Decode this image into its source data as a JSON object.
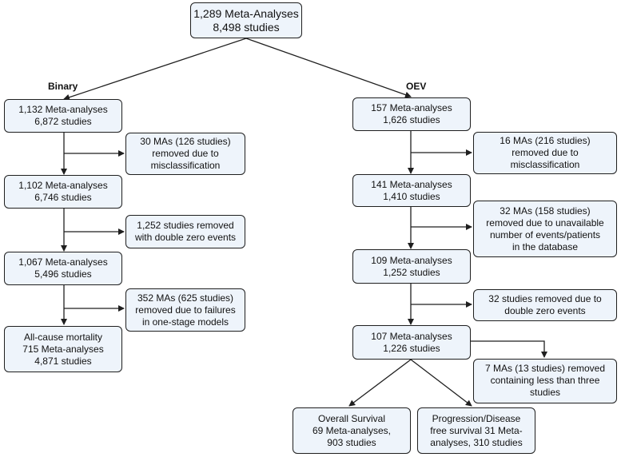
{
  "root": {
    "line1": "1,289 Meta-Analyses",
    "line2": "8,498 studies"
  },
  "binary": {
    "label": "Binary",
    "n1": {
      "line1": "1,132 Meta-analyses",
      "line2": "6,872 studies"
    },
    "r1": {
      "line1": "30 MAs (126 studies)",
      "line2": "removed due to",
      "line3": "misclassification"
    },
    "n2": {
      "line1": "1,102 Meta-analyses",
      "line2": "6,746 studies"
    },
    "r2": {
      "line1": "1,252 studies removed",
      "line2": "with double zero events"
    },
    "n3": {
      "line1": "1,067 Meta-analyses",
      "line2": "5,496 studies"
    },
    "r3": {
      "line1": "352 MAs (625 studies)",
      "line2": "removed due to failures",
      "line3": "in one-stage models"
    },
    "final": {
      "line1": "All-cause mortality",
      "line2": "715 Meta-analyses",
      "line3": "4,871 studies"
    }
  },
  "oev": {
    "label": "OEV",
    "n1": {
      "line1": "157 Meta-analyses",
      "line2": "1,626 studies"
    },
    "r1": {
      "line1": "16 MAs (216 studies)",
      "line2": "removed due to",
      "line3": "misclassification"
    },
    "n2": {
      "line1": "141 Meta-analyses",
      "line2": "1,410 studies"
    },
    "r2": {
      "line1": "32 MAs (158 studies)",
      "line2": "removed due to unavailable",
      "line3": "number of events/patients",
      "line4": "in the database"
    },
    "n3": {
      "line1": "109 Meta-analyses",
      "line2": "1,252 studies"
    },
    "r3": {
      "line1": "32 studies removed due to",
      "line2": "double zero events"
    },
    "n4": {
      "line1": "107 Meta-analyses",
      "line2": "1,226 studies"
    },
    "r4": {
      "line1": "7 MAs (13 studies) removed",
      "line2": "containing less than three",
      "line3": "studies"
    },
    "os": {
      "line1": "Overall Survival",
      "line2": "69 Meta-analyses,",
      "line3": "903 studies"
    },
    "pfs": {
      "line1": "Progression/Disease",
      "line2": "free survival 31 Meta-",
      "line3": "analyses, 310 studies"
    }
  }
}
